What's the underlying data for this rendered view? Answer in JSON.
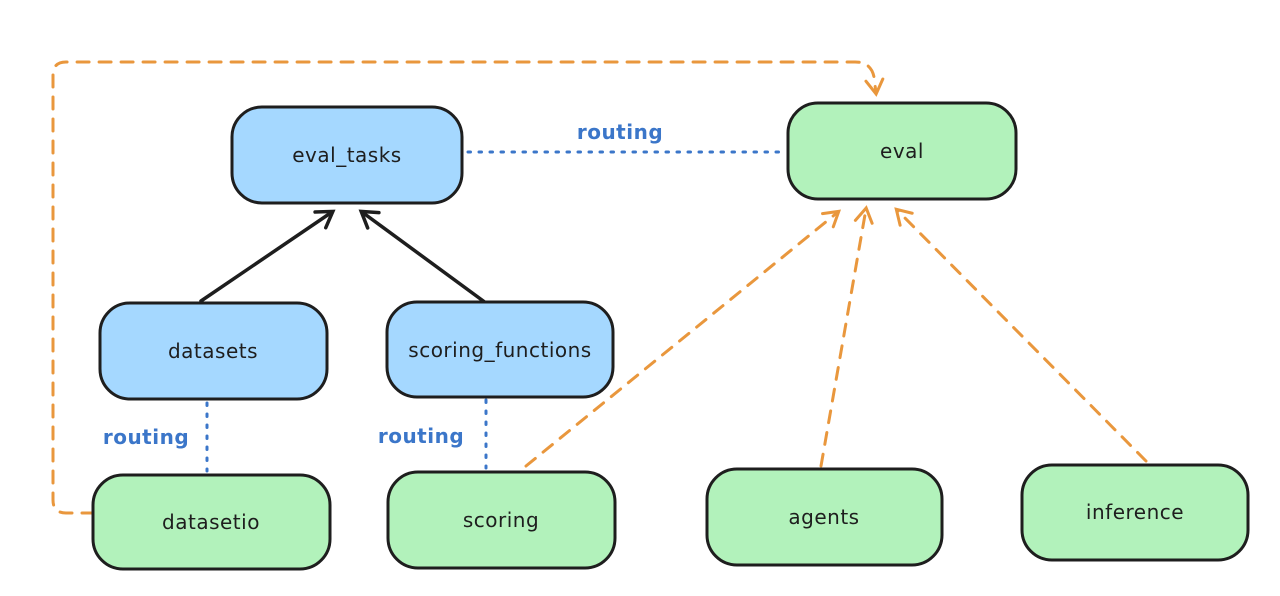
{
  "diagram": {
    "nodes": {
      "eval_tasks": {
        "label": "eval_tasks",
        "color": "blue"
      },
      "eval": {
        "label": "eval",
        "color": "green"
      },
      "datasets": {
        "label": "datasets",
        "color": "blue"
      },
      "scoring_functions": {
        "label": "scoring_functions",
        "color": "blue"
      },
      "datasetio": {
        "label": "datasetio",
        "color": "green"
      },
      "scoring": {
        "label": "scoring",
        "color": "green"
      },
      "agents": {
        "label": "agents",
        "color": "green"
      },
      "inference": {
        "label": "inference",
        "color": "green"
      }
    },
    "edges": [
      {
        "from": "eval_tasks",
        "to": "eval",
        "style": "dotted-blue",
        "label": "routing"
      },
      {
        "from": "datasets",
        "to": "datasetio",
        "style": "dotted-blue",
        "label": "routing"
      },
      {
        "from": "scoring_functions",
        "to": "scoring",
        "style": "dotted-blue",
        "label": "routing"
      },
      {
        "from": "datasets",
        "to": "eval_tasks",
        "style": "solid-black-arrow"
      },
      {
        "from": "scoring_functions",
        "to": "eval_tasks",
        "style": "solid-black-arrow"
      },
      {
        "from": "datasetio",
        "to": "eval",
        "style": "dashed-orange-arrow"
      },
      {
        "from": "scoring",
        "to": "eval",
        "style": "dashed-orange-arrow"
      },
      {
        "from": "agents",
        "to": "eval",
        "style": "dashed-orange-arrow"
      },
      {
        "from": "inference",
        "to": "eval",
        "style": "dashed-orange-arrow"
      }
    ],
    "colors": {
      "blue_fill": "#a5d8ff",
      "green_fill": "#b2f2bb",
      "ink": "#1e1e1e",
      "routing_blue": "#3b76c9",
      "orange": "#e9973d",
      "background": "#ffffff"
    }
  }
}
